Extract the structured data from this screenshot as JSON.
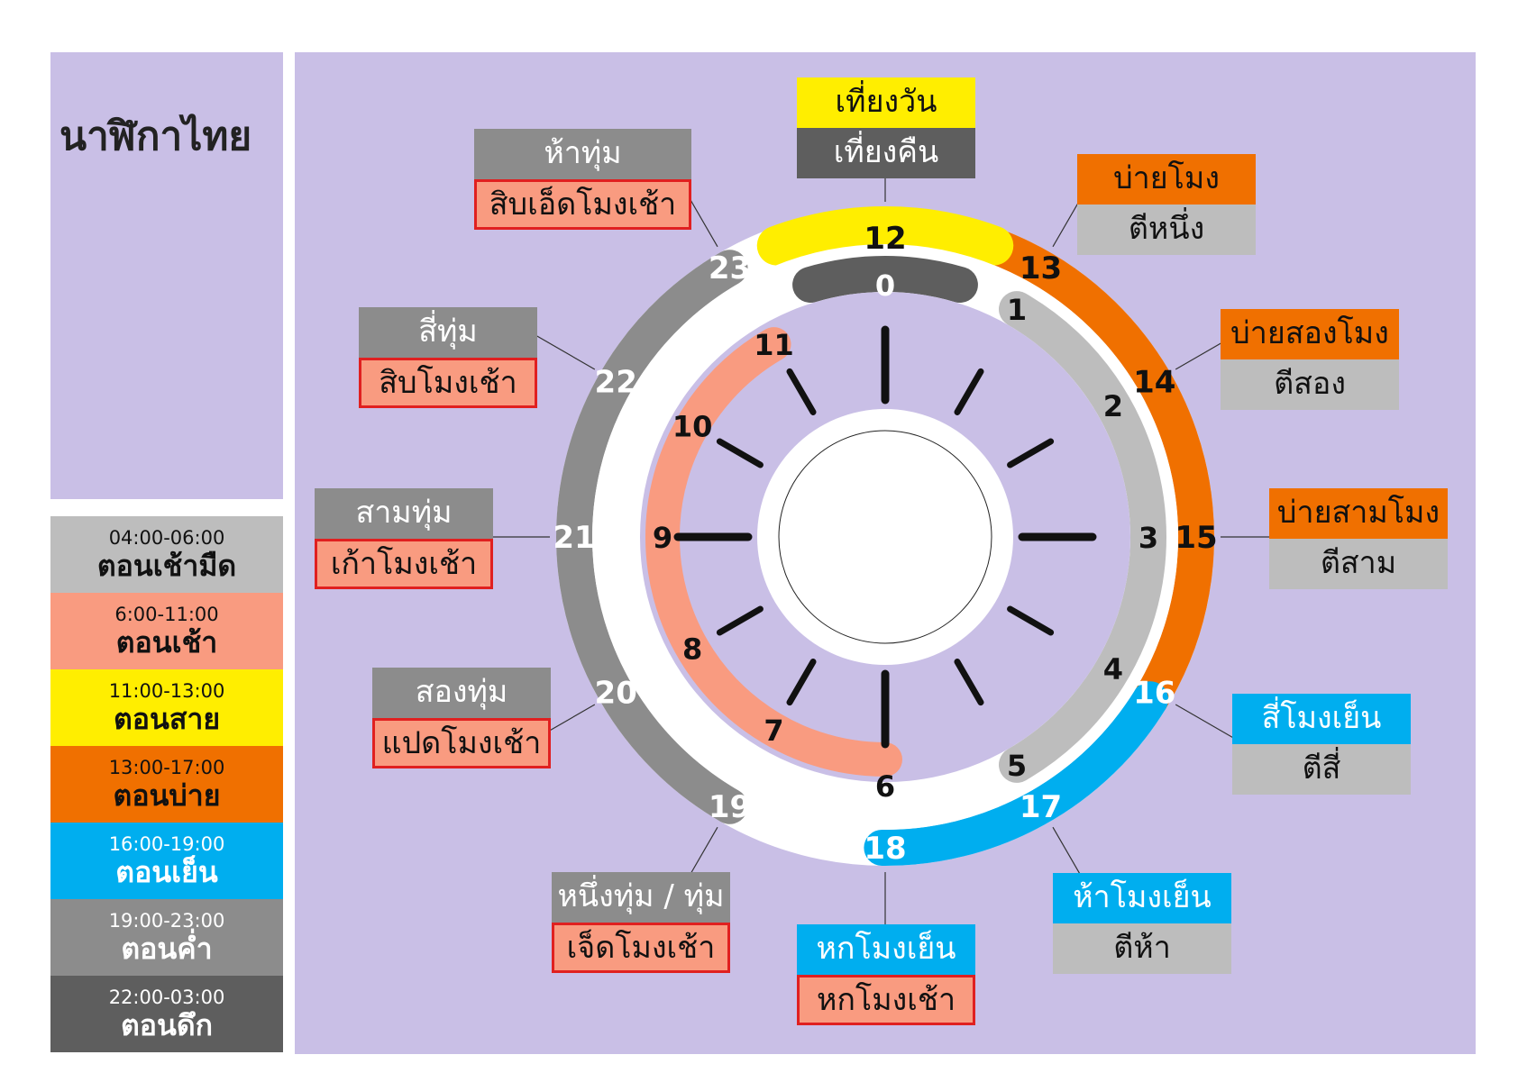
{
  "title": "นาฬิกาไทย",
  "colors": {
    "panel": "#c9bfe6",
    "predawn": "#bdbdbd",
    "morning": "#f99b80",
    "noon": "#ffee00",
    "afternoon": "#f07000",
    "evening": "#00aeef",
    "night": "#8c8c8c",
    "latenight": "#5e5e5e",
    "red_border": "#e02020"
  },
  "legend": [
    {
      "range": "04:00-06:00",
      "name": "ตอนเช้ามืด",
      "color": "#bdbdbd",
      "light": false
    },
    {
      "range": "6:00-11:00",
      "name": "ตอนเช้า",
      "color": "#f99b80",
      "light": false
    },
    {
      "range": "11:00-13:00",
      "name": "ตอนสาย",
      "color": "#ffee00",
      "light": false
    },
    {
      "range": "13:00-17:00",
      "name": "ตอนบ่าย",
      "color": "#f07000",
      "light": false
    },
    {
      "range": "16:00-19:00",
      "name": "ตอนเย็น",
      "color": "#00aeef",
      "light": true
    },
    {
      "range": "19:00-23:00",
      "name": "ตอนค่ำ",
      "color": "#8c8c8c",
      "light": true
    },
    {
      "range": "22:00-03:00",
      "name": "ตอนดึก",
      "color": "#5e5e5e",
      "light": true
    }
  ],
  "hours": {
    "inner": [
      "0",
      "1",
      "2",
      "3",
      "4",
      "5",
      "6",
      "7",
      "8",
      "9",
      "10",
      "11"
    ],
    "outer": [
      "12",
      "13",
      "14",
      "15",
      "16",
      "17",
      "18",
      "19",
      "20",
      "21",
      "22",
      "23"
    ]
  },
  "labels": {
    "h0_top": "เที่ยงวัน",
    "h0_bottom": "เที่ยงคืน",
    "h1_top": "บ่ายโมง",
    "h1_bottom": "ตีหนึ่ง",
    "h2_top": "บ่ายสองโมง",
    "h2_bottom": "ตีสอง",
    "h3_top": "บ่ายสามโมง",
    "h3_bottom": "ตีสาม",
    "h4_top": "สี่โมงเย็น",
    "h4_bottom": "ตีสี่",
    "h5_top": "ห้าโมงเย็น",
    "h5_bottom": "ตีห้า",
    "h6_top": "หกโมงเย็น",
    "h6_bottom": "หกโมงเช้า",
    "h7_top": "หนึ่งทุ่ม / ทุ่ม",
    "h7_bottom": "เจ็ดโมงเช้า",
    "h8_top": "สองทุ่ม",
    "h8_bottom": "แปดโมงเช้า",
    "h9_top": "สามทุ่ม",
    "h9_bottom": "เก้าโมงเช้า",
    "h10_top": "สี่ทุ่ม",
    "h10_bottom": "สิบโมงเช้า",
    "h11_top": "ห้าทุ่ม",
    "h11_bottom": "สิบเอ็ดโมงเช้า"
  }
}
